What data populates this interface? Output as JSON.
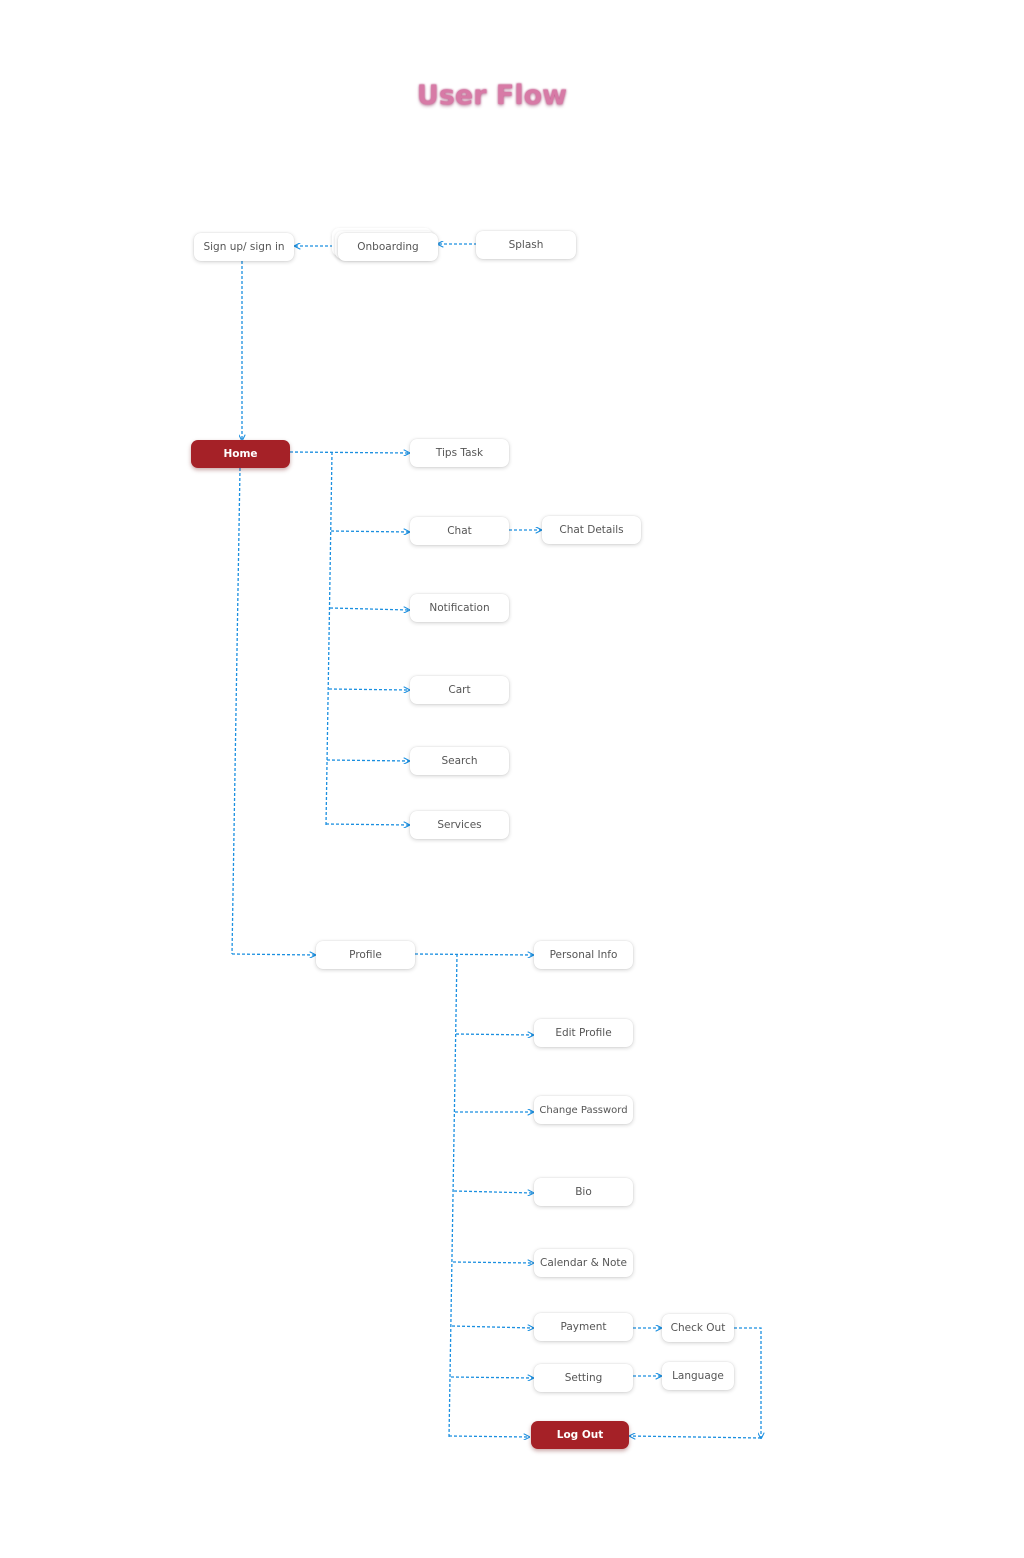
{
  "title": "User Flow",
  "colors": {
    "title": "#d77aa6",
    "connector": "#1a8fe0",
    "primary_node": "#a52127",
    "node_text": "#555555"
  },
  "nodes": {
    "signup": "Sign up/ sign in",
    "onboarding": "Onboarding",
    "splash": "Splash",
    "home": "Home",
    "tips_task": "Tips Task",
    "chat": "Chat",
    "chat_details": "Chat Details",
    "notification": "Notification",
    "cart": "Cart",
    "search": "Search",
    "services": "Services",
    "profile": "Profile",
    "personal_info": "Personal Info",
    "edit_profile": "Edit Profile",
    "change_password": "Change Password",
    "bio": "Bio",
    "calendar_note": "Calendar & Note",
    "payment": "Payment",
    "check_out": "Check Out",
    "setting": "Setting",
    "language": "Language",
    "log_out": "Log Out"
  }
}
